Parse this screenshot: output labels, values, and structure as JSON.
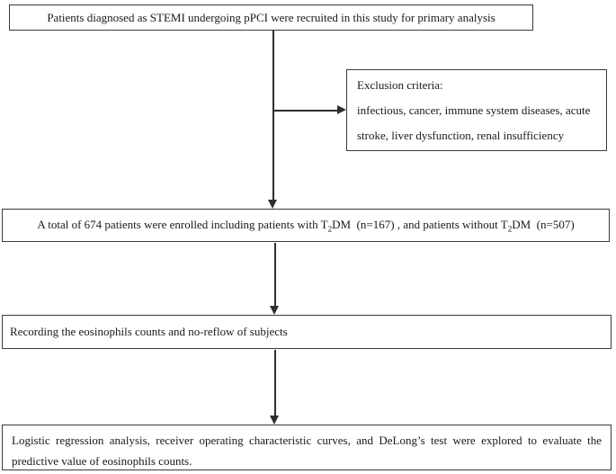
{
  "figure": {
    "type": "study-flow-diagram",
    "boxes": {
      "recruitment": {
        "text": "Patients diagnosed as STEMI undergoing pPCI were recruited in this study for primary analysis"
      },
      "exclusion": {
        "title": "Exclusion criteria:",
        "line1": "infectious, cancer, immune system diseases, acute",
        "line2": "stroke, liver dysfunction, renal insufficiency"
      },
      "enrollment": {
        "segments": [
          {
            "t": "A total of 674 patients were enrolled including patients with T"
          },
          {
            "t": "2",
            "sub": true
          },
          {
            "t": "DM  (n=167) , and patients without T"
          },
          {
            "t": "2",
            "sub": true
          },
          {
            "t": "DM  (n=507)"
          }
        ]
      },
      "recording": {
        "text": "Recording the eosinophils counts and no-reflow of subjects"
      },
      "analysis": {
        "line1": "Logistic regression analysis, receiver operating characteristic curves, and DeLong’s test were explored to evaluate the",
        "line2": "predictive value of eosinophils counts."
      }
    },
    "colors": {
      "background": "#ffffff",
      "box_border": "#3a3a3a",
      "arrow": "#2e2e2e",
      "text": "#1a1a1a"
    }
  }
}
